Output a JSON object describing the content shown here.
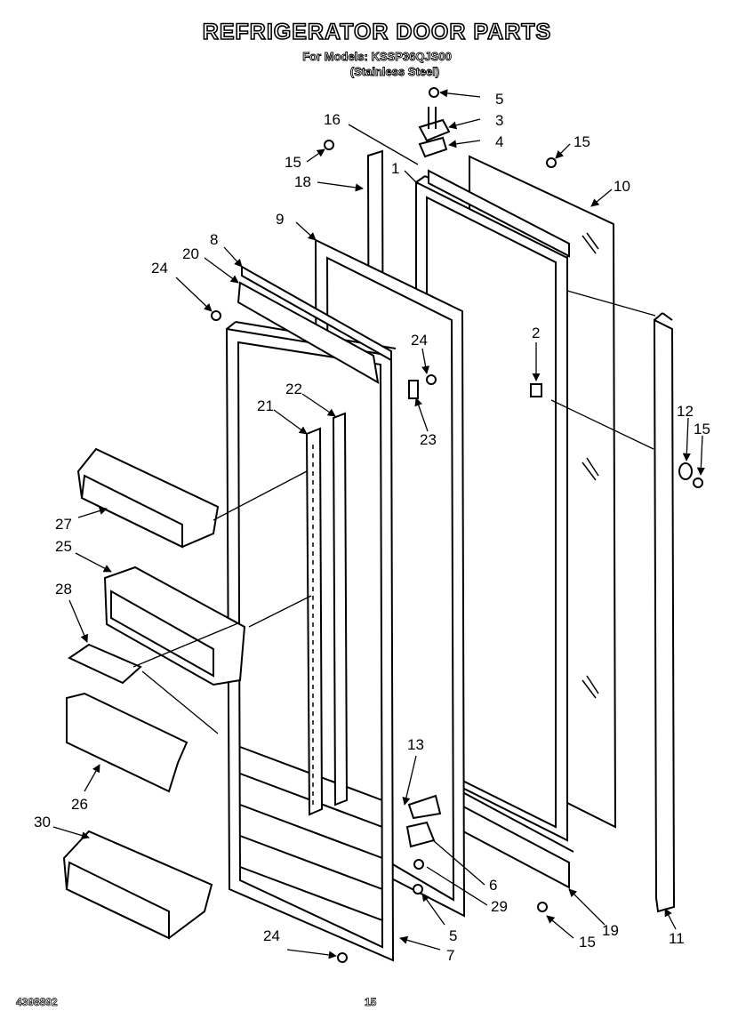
{
  "header": {
    "title": "REFRIGERATOR DOOR PARTS",
    "models_line": "For Models: KSSP36QJS00",
    "finish_line": "(Stainless Steel)"
  },
  "footer": {
    "doc_number": "4398892",
    "page_number": "15"
  },
  "callouts": {
    "c1": "1",
    "c2": "2",
    "c3": "3",
    "c4": "4",
    "c5a": "5",
    "c5b": "5",
    "c6": "6",
    "c7": "7",
    "c8": "8",
    "c9": "9",
    "c10": "10",
    "c11": "11",
    "c12": "12",
    "c13": "13",
    "c15a": "15",
    "c15b": "15",
    "c15c": "15",
    "c15d": "15",
    "c16": "16",
    "c18": "18",
    "c19": "19",
    "c20": "20",
    "c21": "21",
    "c22": "22",
    "c23": "23",
    "c24a": "24",
    "c24b": "24",
    "c24c": "24",
    "c25": "25",
    "c26": "26",
    "c27": "27",
    "c28": "28",
    "c29": "29",
    "c30": "30"
  }
}
